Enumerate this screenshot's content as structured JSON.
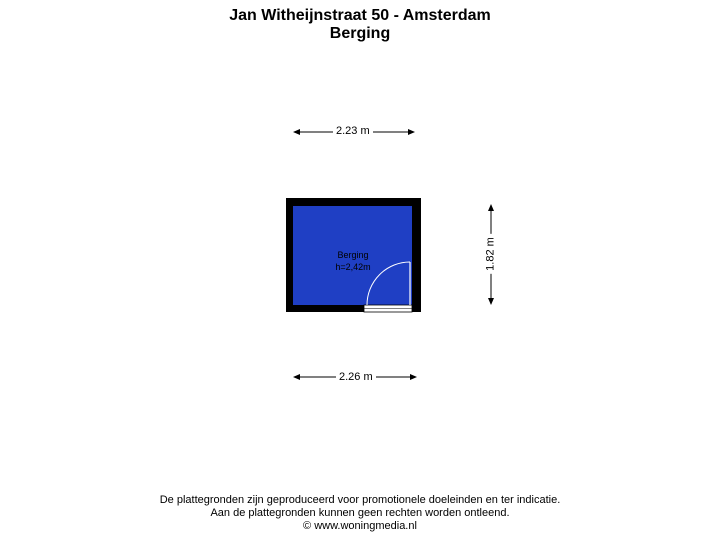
{
  "header": {
    "title": "Jan Witheijnstraat 50 - Amsterdam",
    "subtitle": "Berging"
  },
  "room": {
    "name": "Berging",
    "height_label": "h=2,42m",
    "fill_color": "#1f3fc4",
    "wall_color": "#000000"
  },
  "dimensions": {
    "top": "2.23 m",
    "bottom": "2.26 m",
    "right": "1.82 m"
  },
  "footer": {
    "line1": "De plattegronden zijn geproduceerd voor promotionele doeleinden en ter indicatie.",
    "line2": "Aan de plattegronden kunnen geen rechten worden ontleend.",
    "line3": "© www.woningmedia.nl"
  }
}
